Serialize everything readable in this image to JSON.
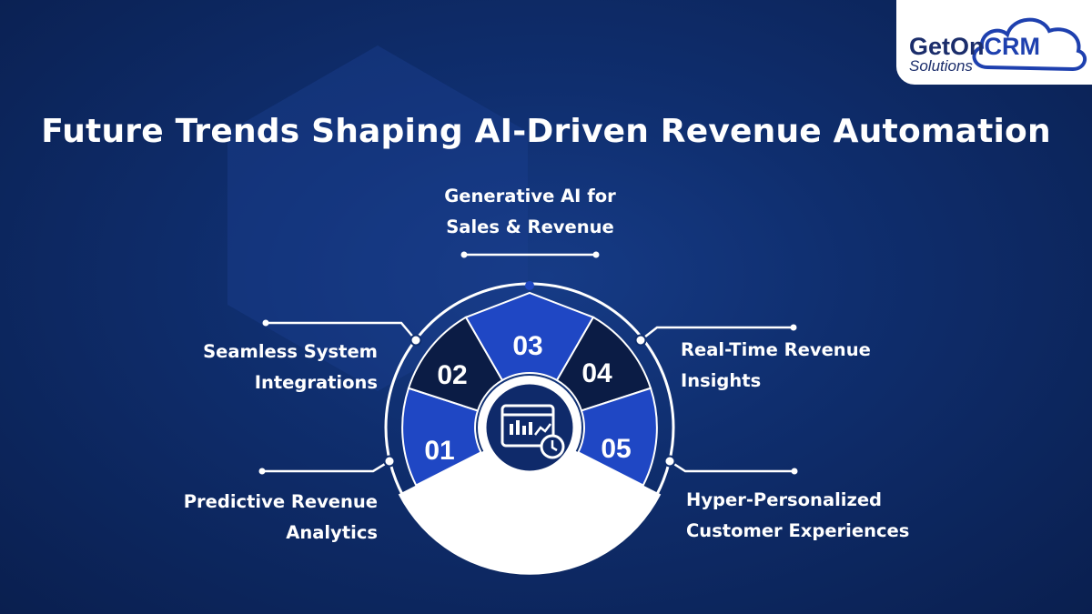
{
  "brand": {
    "name_part1": "GetOn",
    "name_part2": "CRM",
    "tagline": "Solutions"
  },
  "title": "Future Trends Shaping AI-Driven Revenue Automation",
  "segments": [
    {
      "number": "01",
      "line1": "Predictive Revenue",
      "line2": "Analytics"
    },
    {
      "number": "02",
      "line1": "Seamless System",
      "line2": "Integrations"
    },
    {
      "number": "03",
      "line1": "Generative AI for",
      "line2": "Sales & Revenue"
    },
    {
      "number": "04",
      "line1": "Real-Time Revenue",
      "line2": "Insights"
    },
    {
      "number": "05",
      "line1": "Hyper-Personalized",
      "line2": "Customer Experiences"
    }
  ],
  "center_icon": "analytics-dashboard-clock-icon",
  "colors": {
    "background": "#0f2e6e",
    "segment_blue": "#1f47c4",
    "segment_dark": "#0b1c45",
    "brand_navy": "#1b2d6b",
    "brand_blue": "#1e40af",
    "white": "#ffffff"
  }
}
